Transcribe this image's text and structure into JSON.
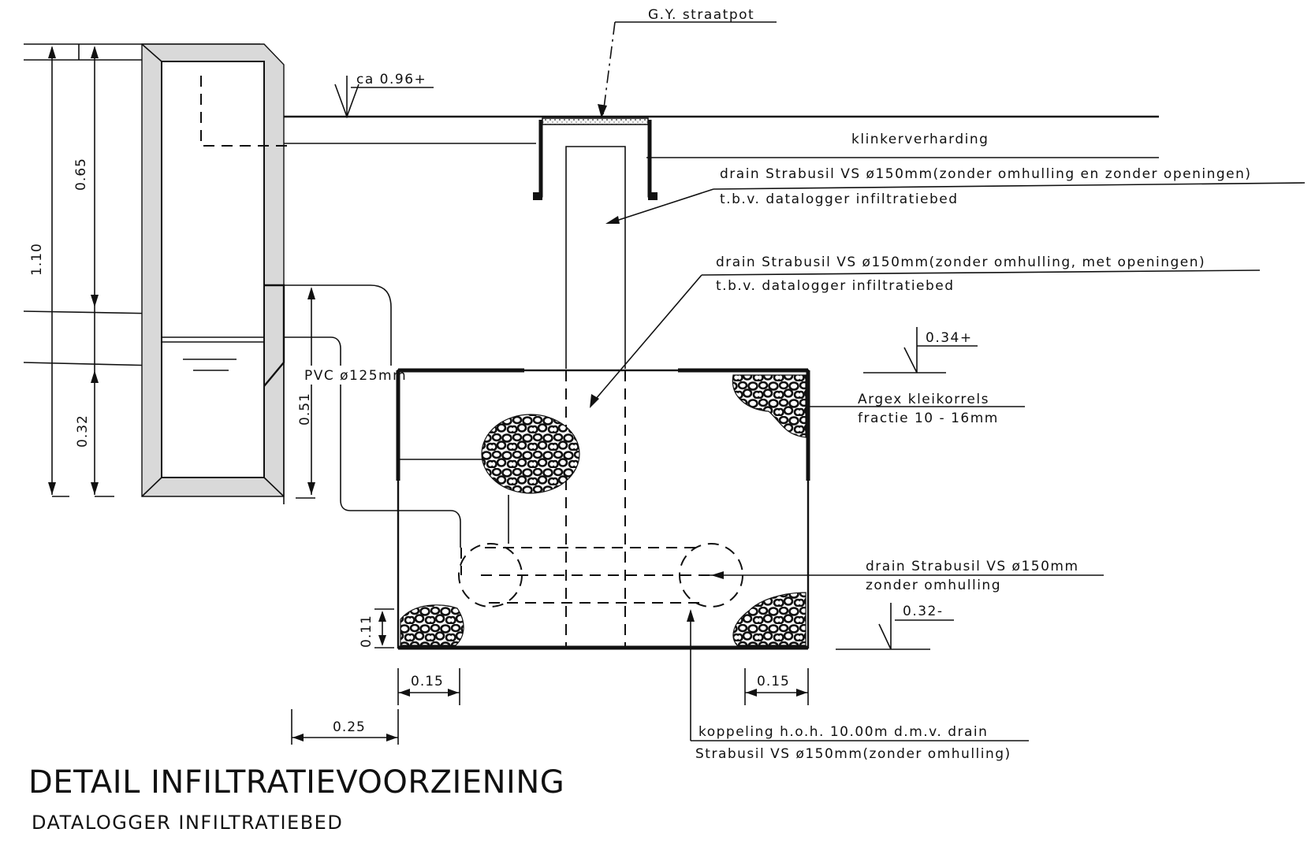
{
  "labels": {
    "streetpot": "G.Y. straatpot",
    "level_top": "ca 0.96+",
    "paving": "klinkerverharding",
    "drain_closed_line1": "drain Strabusil VS ø150mm(zonder omhulling en zonder openingen)",
    "drain_closed_line2": "t.b.v. datalogger infiltratiebed",
    "drain_open_line1": "drain Strabusil VS ø150mm(zonder omhulling, met openingen)",
    "drain_open_line2": "t.b.v. datalogger infiltratiebed",
    "level_bed_top": "0.34+",
    "argex_line1": "Argex kleikorrels",
    "argex_line2": "fractie 10 - 16mm",
    "pvc": "PVC ø125mm",
    "drain_bottom_line1": "drain Strabusil VS ø150mm",
    "drain_bottom_line2": "zonder omhulling",
    "level_bed_bottom": "0.32-",
    "coupling_line1": "koppeling h.o.h. 10.00m d.m.v. drain",
    "coupling_line2": "Strabusil VS ø150mm(zonder omhulling)"
  },
  "dimensions": {
    "d110": "1.10",
    "d065": "0.65",
    "d032": "0.32",
    "d051": "0.51",
    "d011": "0.11",
    "d015_left": "0.15",
    "d015_right": "0.15",
    "d025": "0.25"
  },
  "title": {
    "main": "DETAIL INFILTRATIEVOORZIENING",
    "sub": "DATALOGGER INFILTRATIEBED"
  }
}
